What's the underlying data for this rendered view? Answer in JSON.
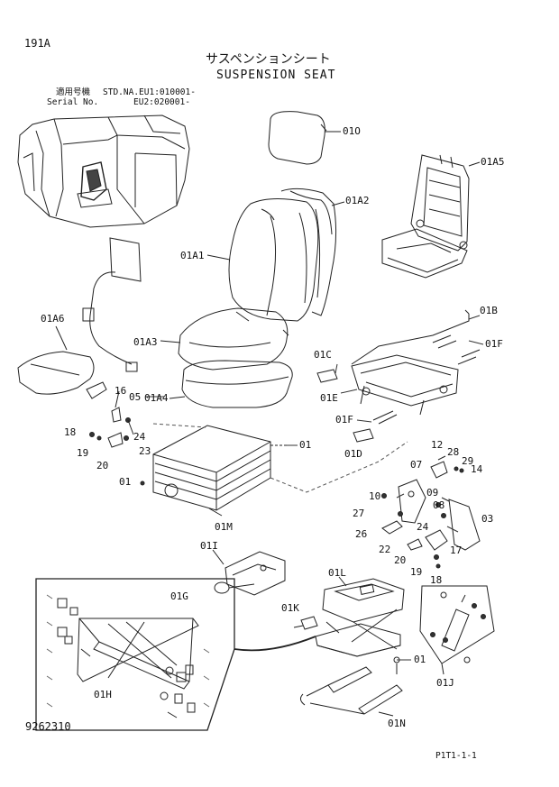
{
  "header": {
    "page_code": "191A",
    "title_jp": "サスペンションシート",
    "title_en": "SUSPENSION SEAT",
    "serial_label_jp": "適用号機",
    "serial_label_en": "Serial No.",
    "serial_line1": "STD.NA.EU1:010001-",
    "serial_line2": "EU2:020001-"
  },
  "footer": {
    "drawing_number": "9262310",
    "page_ref": "P1T1-1-1"
  },
  "callouts": {
    "c01O": "01O",
    "c01A5": "01A5",
    "c01A2": "01A2",
    "c01A1": "01A1",
    "c01B": "01B",
    "c01A6": "01A6",
    "c01A3": "01A3",
    "c01F": "01F",
    "c01C": "01C",
    "c01E": "01E",
    "c01A4": "01A4",
    "c16": "16",
    "c05": "05",
    "c01F2": "01F",
    "c18a": "18",
    "c24a": "24",
    "c01a": "01",
    "c19a": "19",
    "c23": "23",
    "c01D": "01D",
    "c20a": "20",
    "c12": "12",
    "c28": "28",
    "c29": "29",
    "c07": "07",
    "c14": "14",
    "c01b": "01",
    "c10": "10",
    "c09": "09",
    "c08": "08",
    "c27": "27",
    "c24b": "24",
    "c03": "03",
    "c01M": "01M",
    "c26": "26",
    "c22": "22",
    "c17": "17",
    "c20b": "20",
    "c01I": "01I",
    "c19b": "19",
    "c18b": "18",
    "c01L": "01L",
    "c01G": "01G",
    "c01K": "01K",
    "c01c": "01",
    "c01H": "01H",
    "c01J": "01J",
    "c01N": "01N"
  }
}
